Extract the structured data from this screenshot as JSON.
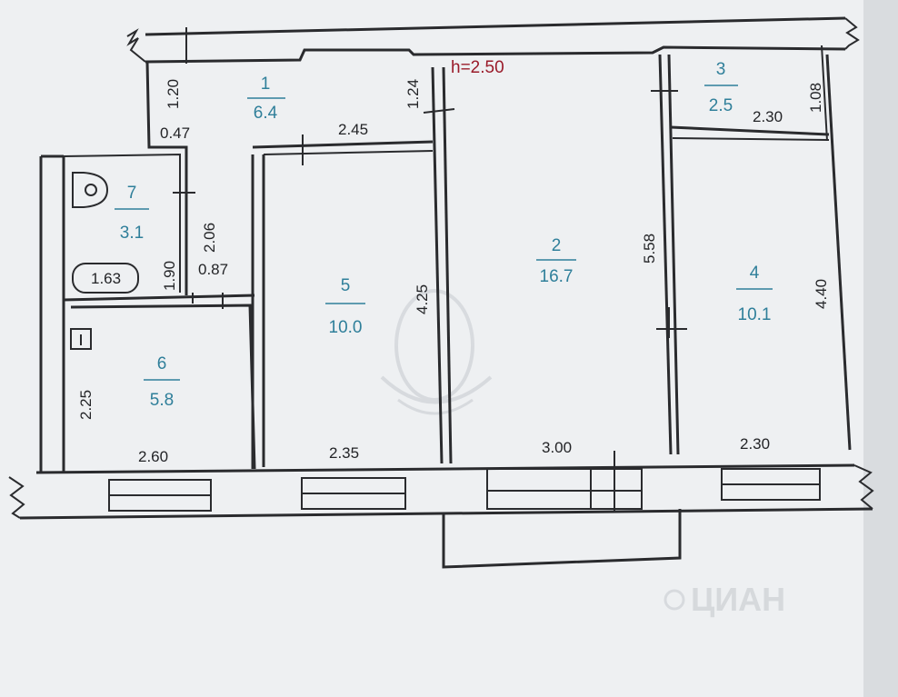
{
  "ceiling_height": "h=2.50",
  "rooms": [
    {
      "number": "1",
      "area": "6.4"
    },
    {
      "number": "2",
      "area": "16.7"
    },
    {
      "number": "3",
      "area": "2.5"
    },
    {
      "number": "4",
      "area": "10.1"
    },
    {
      "number": "5",
      "area": "10.0"
    },
    {
      "number": "6",
      "area": "5.8"
    },
    {
      "number": "7",
      "area": "3.1"
    }
  ],
  "dims": {
    "d120": "1.20",
    "d047": "0.47",
    "d245": "2.45",
    "d124": "1.24",
    "d108": "1.08",
    "d230_top": "2.30",
    "d206": "2.06",
    "d190": "1.90",
    "d163": "1.63",
    "d087": "0.87",
    "d425": "4.25",
    "d558": "5.58",
    "d440": "4.40",
    "d225": "2.25",
    "d260": "2.60",
    "d235": "2.35",
    "d300": "3.00",
    "d230_bottom": "2.30"
  },
  "watermark": "ЦИАН"
}
